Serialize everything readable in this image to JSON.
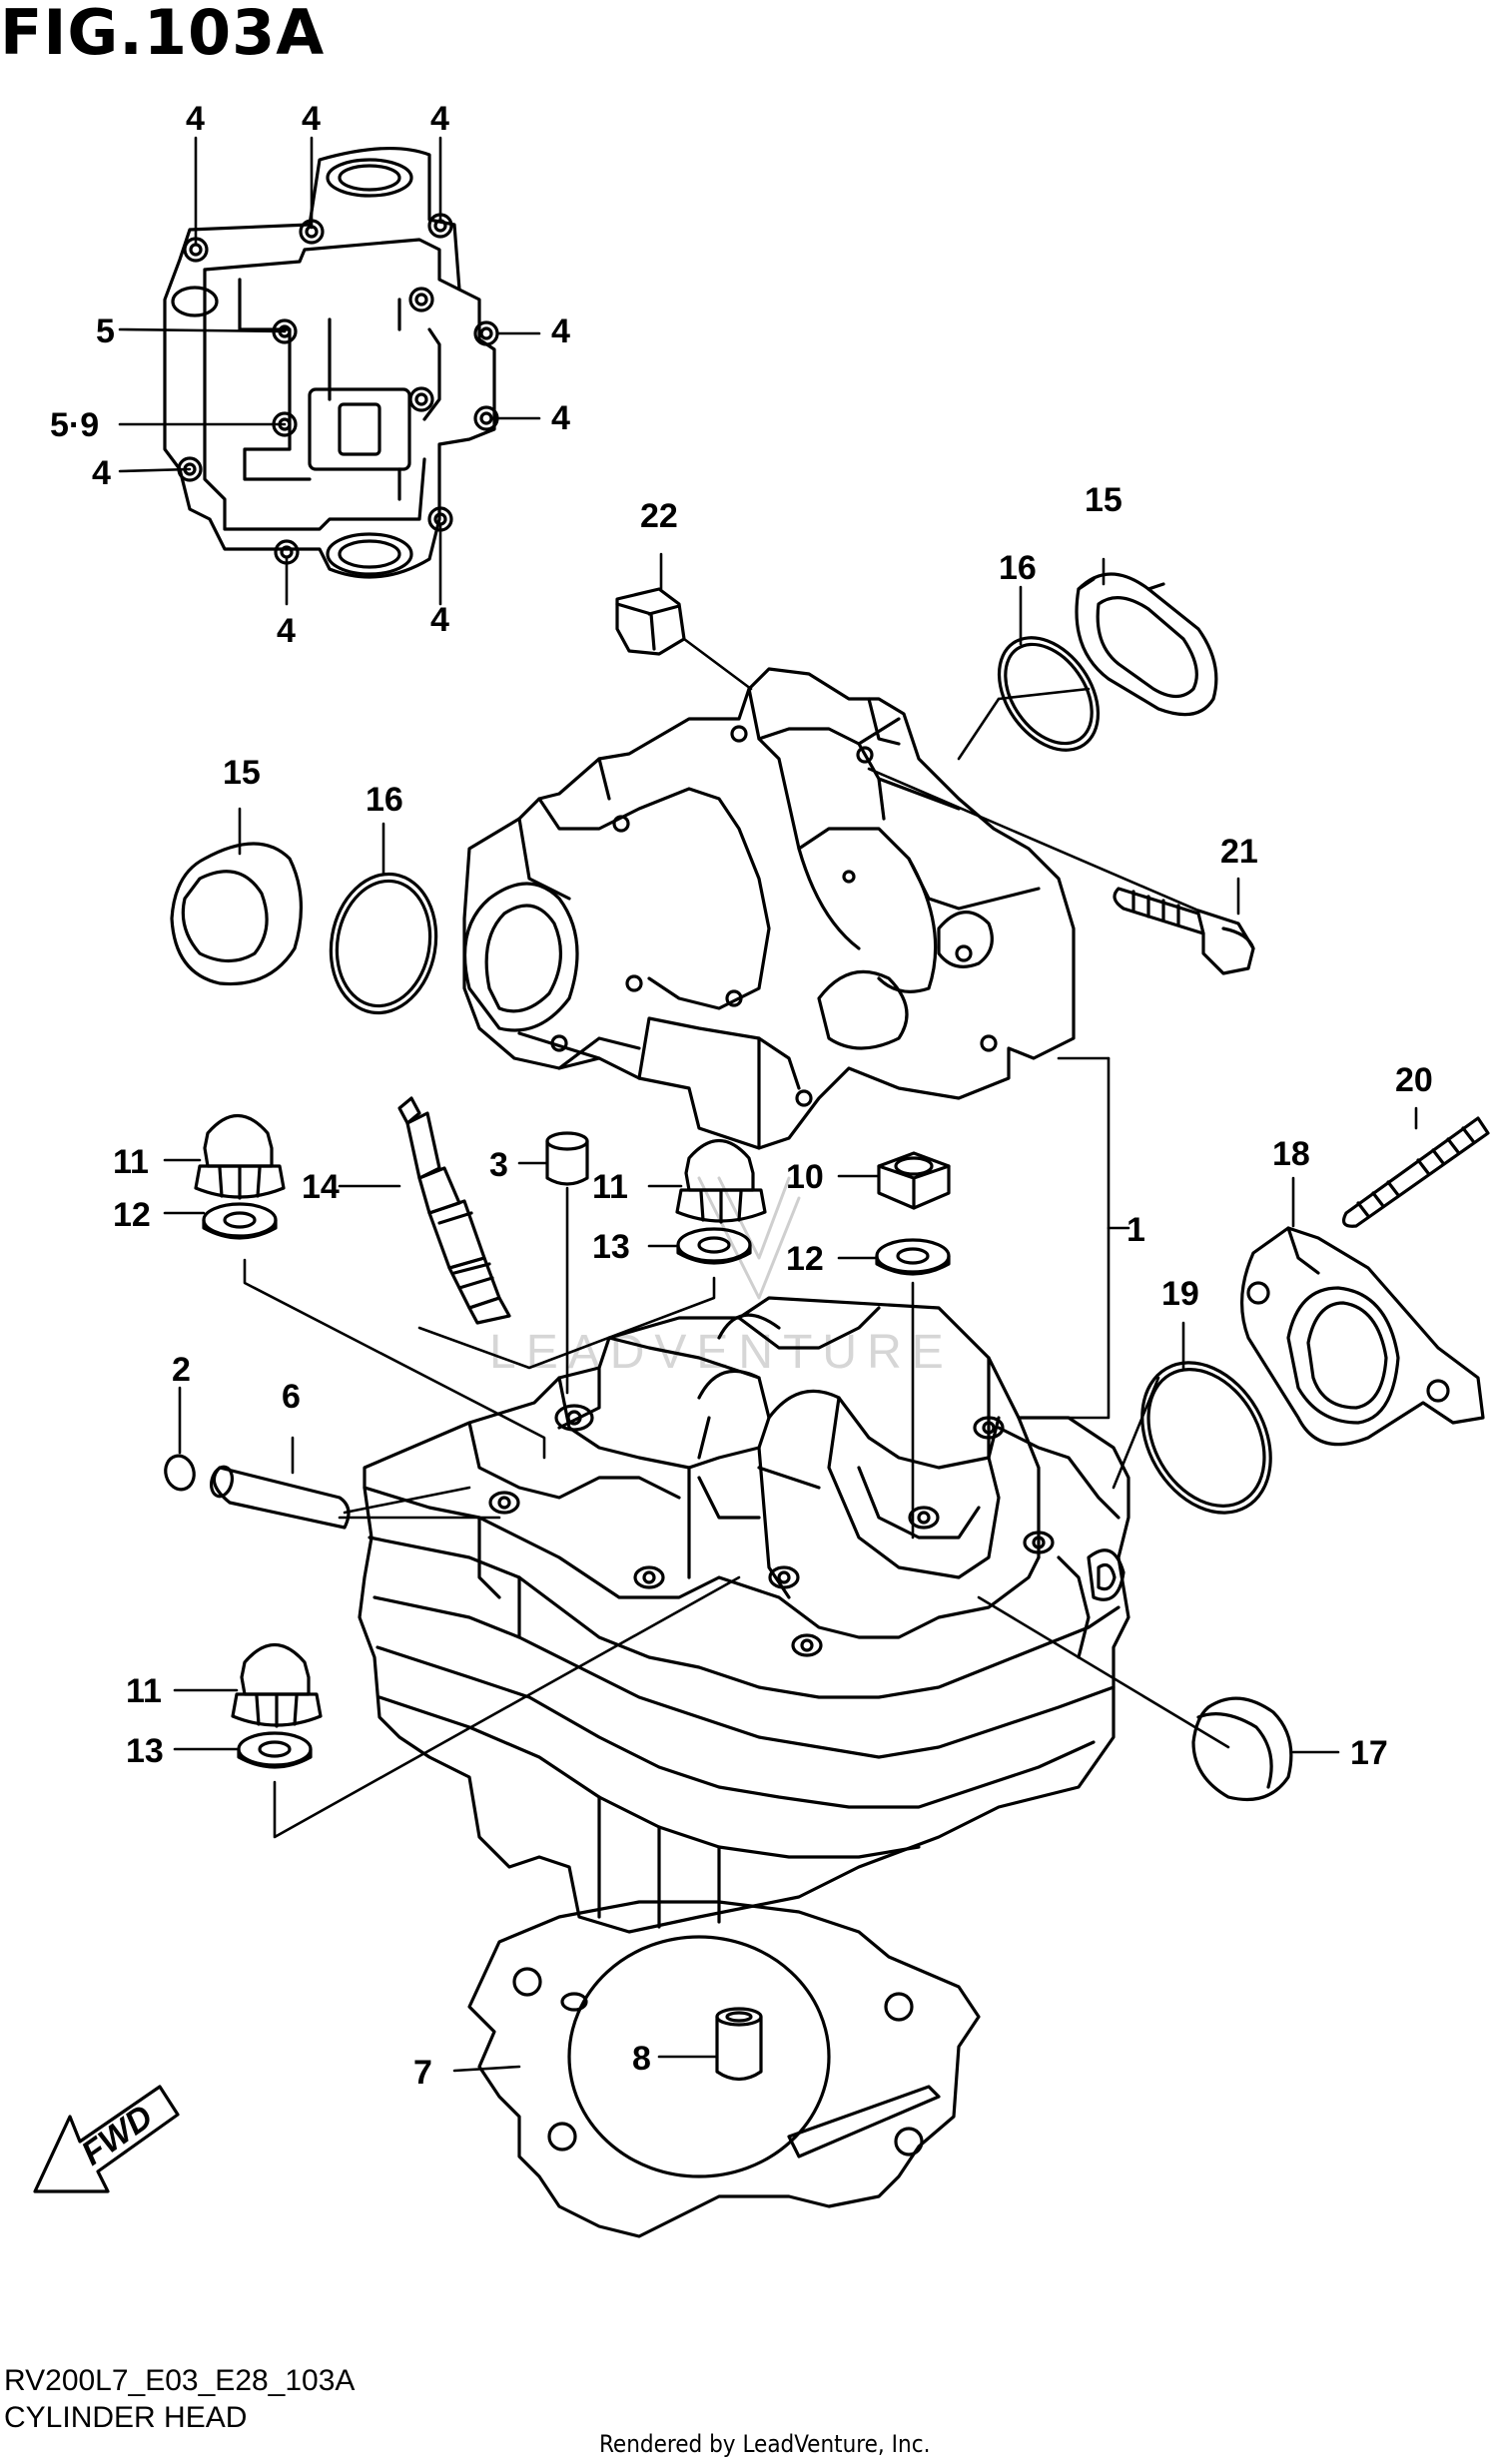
{
  "figure": {
    "title": "FIG.103A",
    "model_code": "RV200L7_E03_E28_103A",
    "section_name": "CYLINDER HEAD",
    "render_credit": "Rendered by LeadVenture, Inc.",
    "watermark": "LEADVENTURE"
  },
  "direction_label": "FWD",
  "callouts": {
    "c1": "1",
    "c2": "2",
    "c3": "3",
    "c4a": "4",
    "c4b": "4",
    "c4c": "4",
    "c4d": "4",
    "c4e": "4",
    "c4f": "4",
    "c4g": "4",
    "c4h": "4",
    "c5": "5",
    "c59": "5·9",
    "c6": "6",
    "c7": "7",
    "c8": "8",
    "c10": "10",
    "c11a": "11",
    "c11b": "11",
    "c11c": "11",
    "c12a": "12",
    "c12b": "12",
    "c13a": "13",
    "c13b": "13",
    "c14": "14",
    "c15a": "15",
    "c15b": "15",
    "c16a": "16",
    "c16b": "16",
    "c17": "17",
    "c18": "18",
    "c19": "19",
    "c20": "20",
    "c21": "21",
    "c22": "22"
  }
}
